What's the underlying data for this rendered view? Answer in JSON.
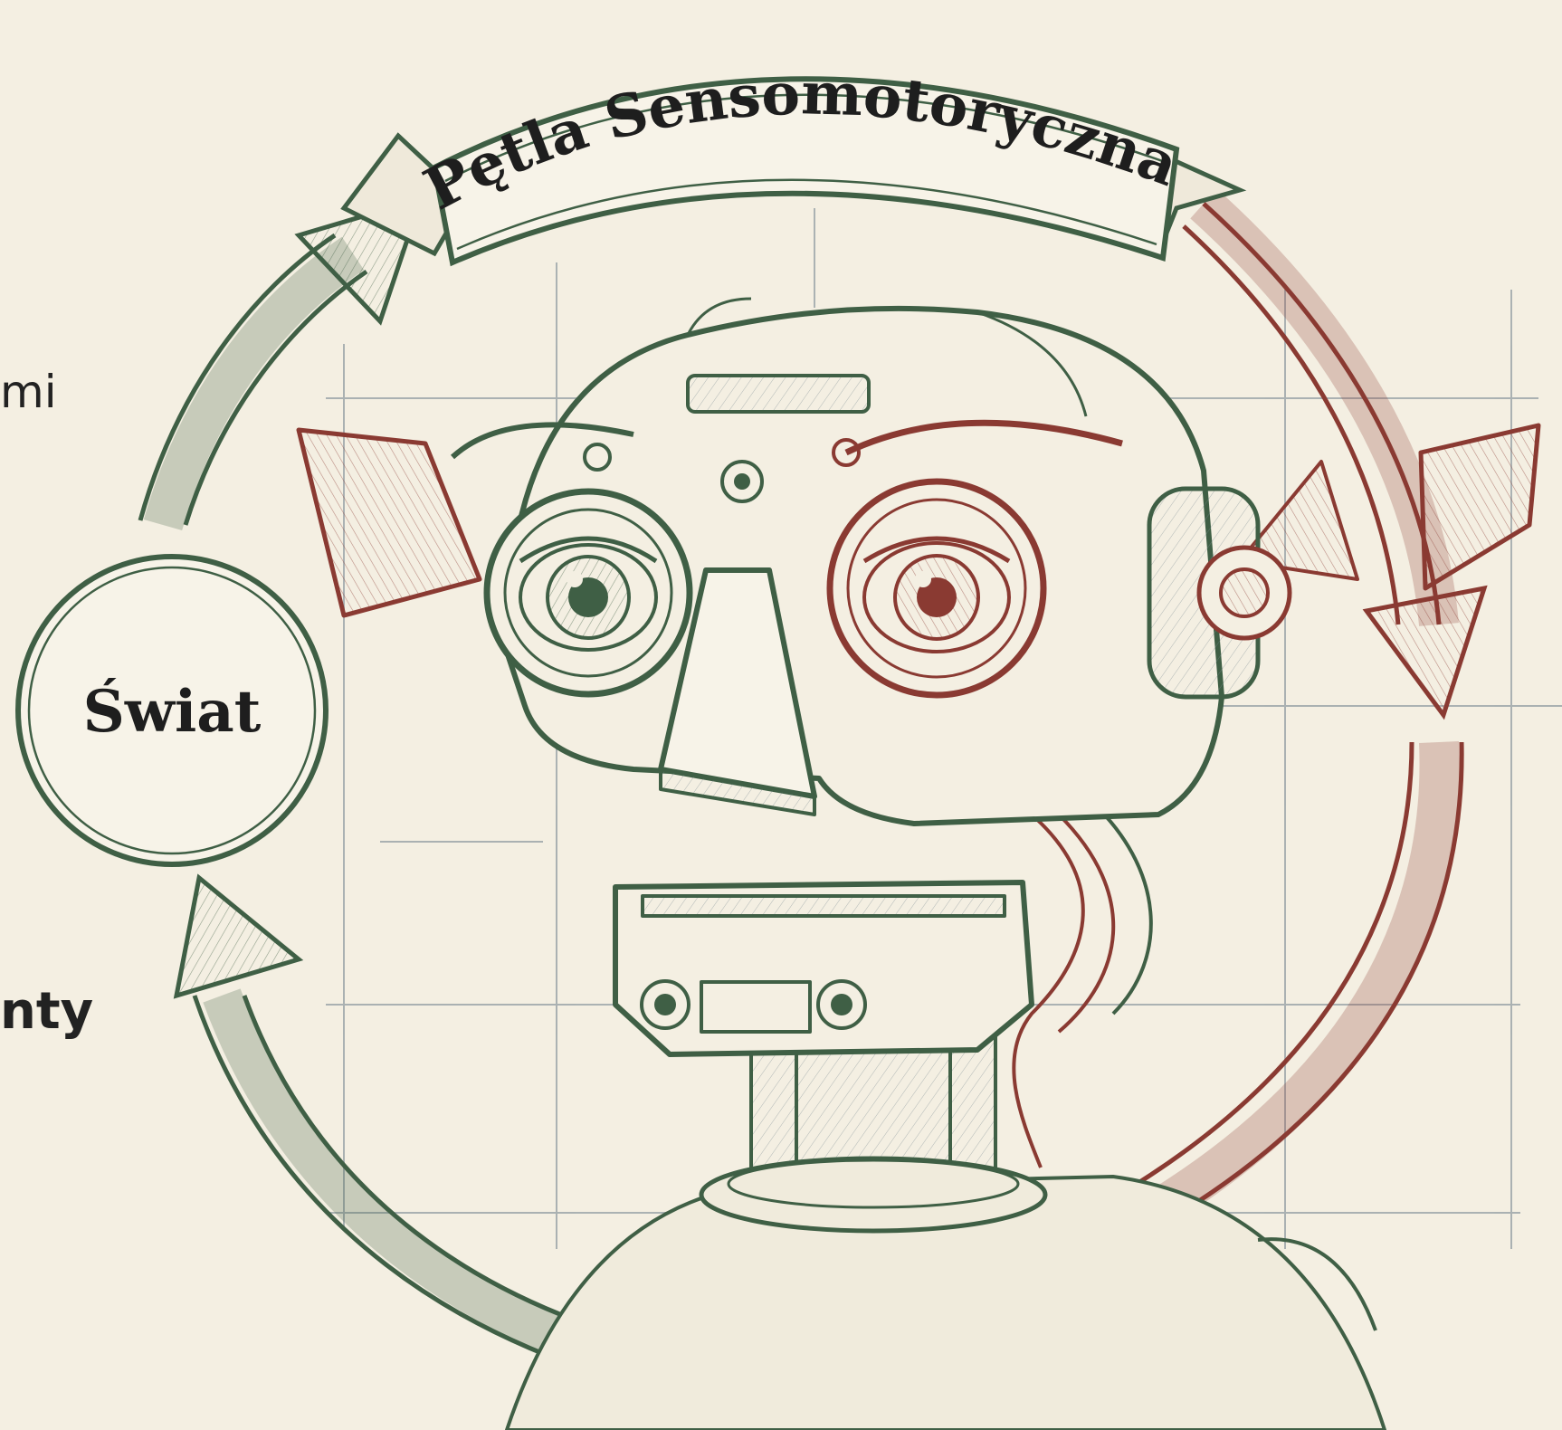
{
  "title": "Pętla Sensomotoryczna",
  "world_label": "Świat",
  "clipped_left_fragments": [
    "mi",
    "nty"
  ],
  "colors": {
    "background": "#f4efe2",
    "grid": "#6f7f8c",
    "green": "#3f5f45",
    "red": "#8a3a32",
    "ink": "#222222"
  },
  "icons": {
    "center": "robot-head-sketch-icon",
    "loop": "circular-arrows-icon"
  }
}
